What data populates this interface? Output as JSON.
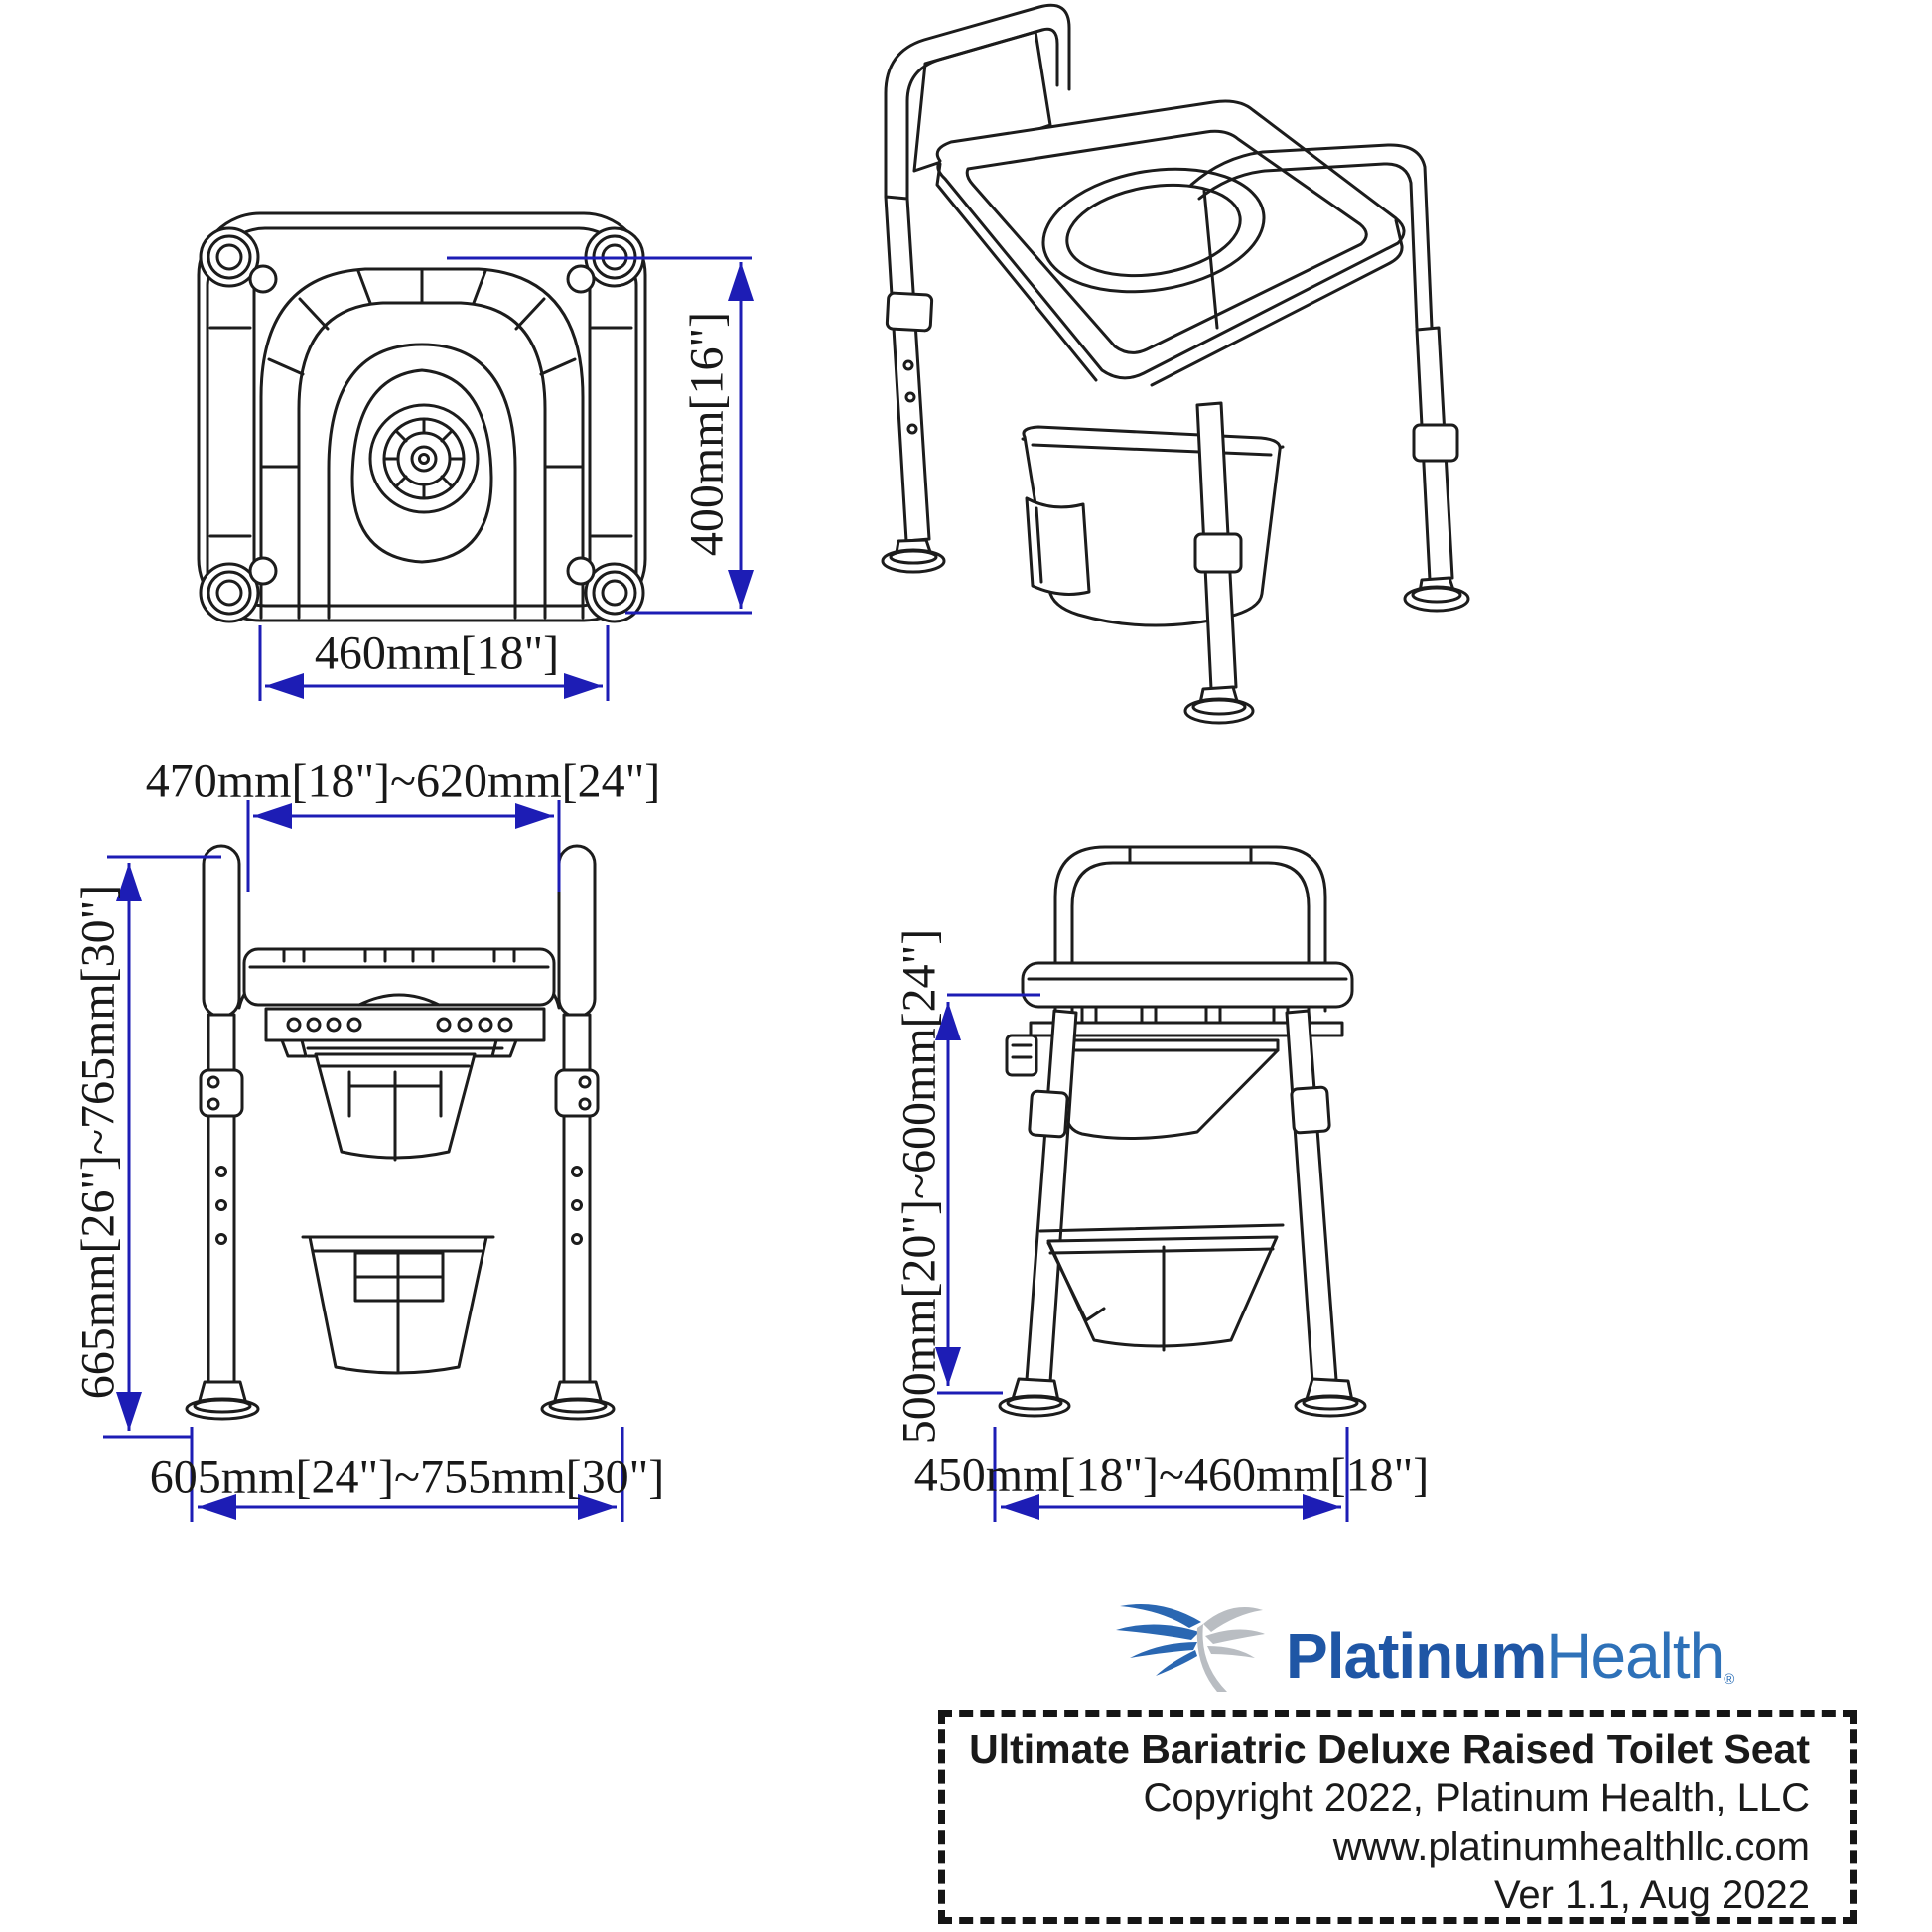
{
  "colors": {
    "dimension_blue": "#1d1db5",
    "line_black": "#1c1c1c",
    "logo_platinum_blue": "#1f56a5",
    "logo_health_blue": "#2e71b8",
    "logo_wing_gray": "#b9bdc2"
  },
  "views": {
    "top": {
      "dim_depth": "400mm[16\"]",
      "dim_width": "460mm[18\"]"
    },
    "front": {
      "dim_armrest_width": "470mm[18\"]~620mm[24\"]",
      "dim_height": "665mm[26\"]~765mm[30\"]",
      "dim_base_width": "605mm[24\"]~755mm[30\"]"
    },
    "side": {
      "dim_seat_height": "500mm[20\"]~600mm[24\"]",
      "dim_depth": "450mm[18\"]~460mm[18\"]"
    }
  },
  "logo": {
    "brand_part1": "Platinum",
    "brand_part2": "Health",
    "registered_mark": "®"
  },
  "title_block": {
    "product_title": "Ultimate Bariatric Deluxe Raised Toilet Seat",
    "copyright_line": "Copyright 2022, Platinum Health, LLC",
    "website": "www.platinumhealthllc.com",
    "version_line": "Ver 1.1, Aug 2022"
  }
}
